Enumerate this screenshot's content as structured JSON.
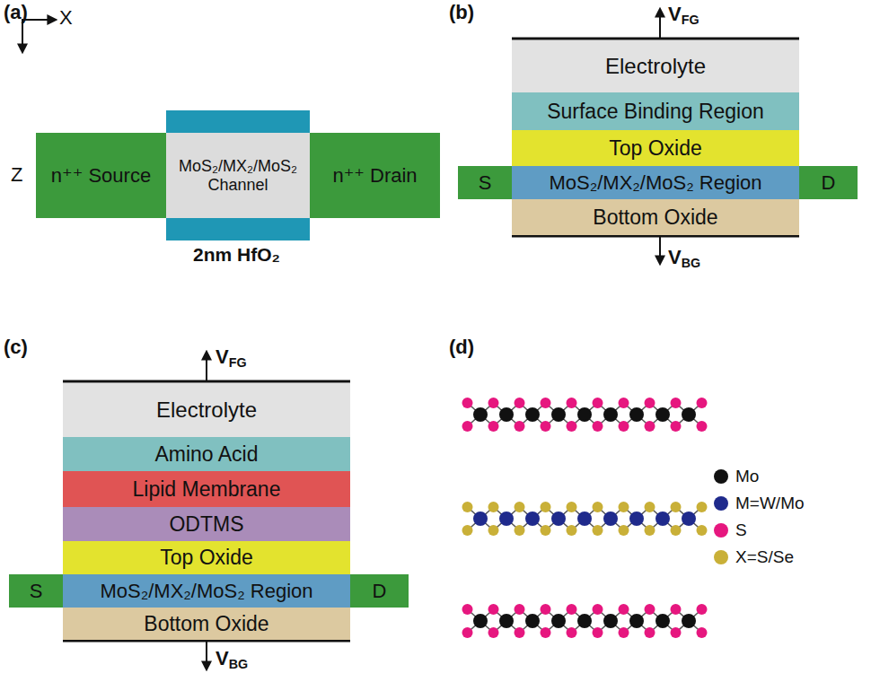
{
  "diagram": {
    "nodes": [
      {
        "text": [
          "n⁺⁺ Source"
        ]
      },
      {
        "text": [
          "MoS₂/MX₂/MoS₂ Channel"
        ]
      },
      {
        "text": [
          "n⁺⁺ Drain"
        ]
      },
      {
        "text": [
          "Electrolyte"
        ]
      },
      {
        "text": [
          "Surface Binding Region"
        ]
      },
      {
        "text": [
          "Top Oxide"
        ]
      },
      {
        "text": [
          "S"
        ]
      },
      {
        "text": [
          "MoS₂/MX₂/MoS₂ Region"
        ]
      },
      {
        "text": [
          "D"
        ]
      },
      {
        "text": [
          "Bottom Oxide"
        ]
      },
      {
        "text": [
          "Electrolyte"
        ]
      },
      {
        "text": [
          "Amino Acid"
        ]
      },
      {
        "text": [
          "Lipid Membrane"
        ]
      },
      {
        "text": [
          "ODTMS"
        ]
      },
      {
        "text": [
          "Top Oxide"
        ]
      },
      {
        "text": [
          "S"
        ]
      },
      {
        "text": [
          "MoS₂/MX₂/MoS₂ Region"
        ]
      },
      {
        "text": [
          "D"
        ]
      },
      {
        "text": [
          "Bottom Oxide"
        ]
      }
    ],
    "labels": [
      "(a)",
      "X",
      "Z",
      "2nm HfO₂",
      "(b)",
      "VFG",
      "VBG",
      "(c)",
      "VFG",
      "VBG",
      "(d)"
    ],
    "legend": [
      {
        "text": "Mo",
        "color": "#111111"
      },
      {
        "text": "M=W/Mo",
        "color": "#1f2a8c"
      },
      {
        "text": "S",
        "color": "#e6177f"
      },
      {
        "text": "X=S/Se",
        "color": "#c9b038"
      }
    ]
  }
}
